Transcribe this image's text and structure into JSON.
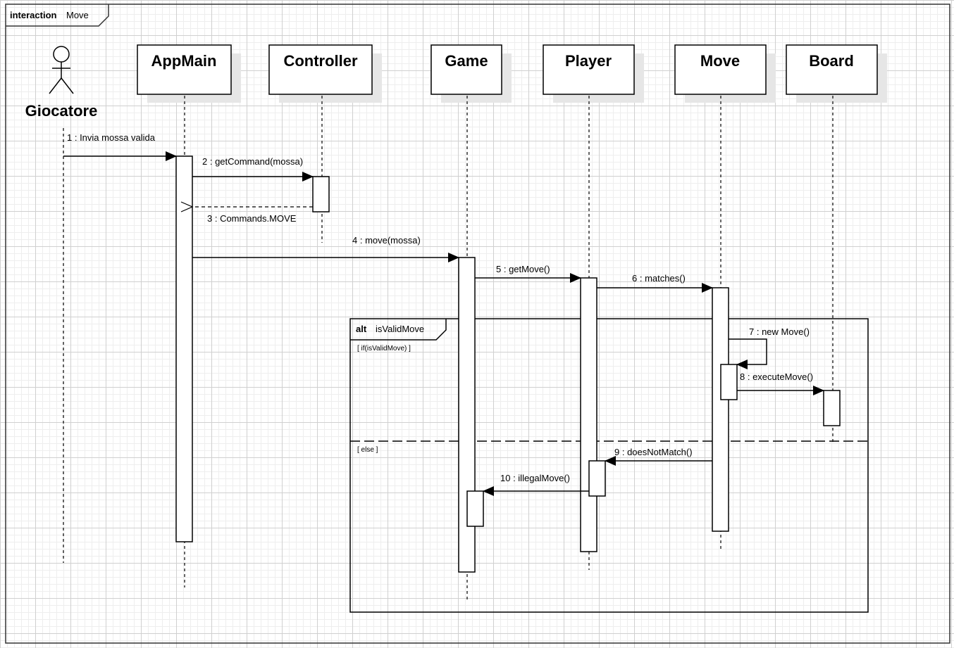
{
  "frame": {
    "keyword": "interaction",
    "name": "Move"
  },
  "actor": {
    "name": "Giocatore"
  },
  "lifelines": {
    "appmain": "AppMain",
    "controller": "Controller",
    "game": "Game",
    "player": "Player",
    "move": "Move",
    "board": "Board"
  },
  "messages": {
    "m1": "1 : Invia mossa valida",
    "m2": "2 : getCommand(mossa)",
    "m3": "3 : Commands.MOVE",
    "m4": "4 : move(mossa)",
    "m5": "5 : getMove()",
    "m6": "6 : matches()",
    "m7": "7 : new Move()",
    "m8": "8 : executeMove()",
    "m9": "9 : doesNotMatch()",
    "m10": "10 : illegalMove()"
  },
  "alt": {
    "keyword": "alt",
    "name": "isValidMove",
    "guard1": "[ if(isValidMove) ]",
    "guard2": "[ else ]"
  }
}
